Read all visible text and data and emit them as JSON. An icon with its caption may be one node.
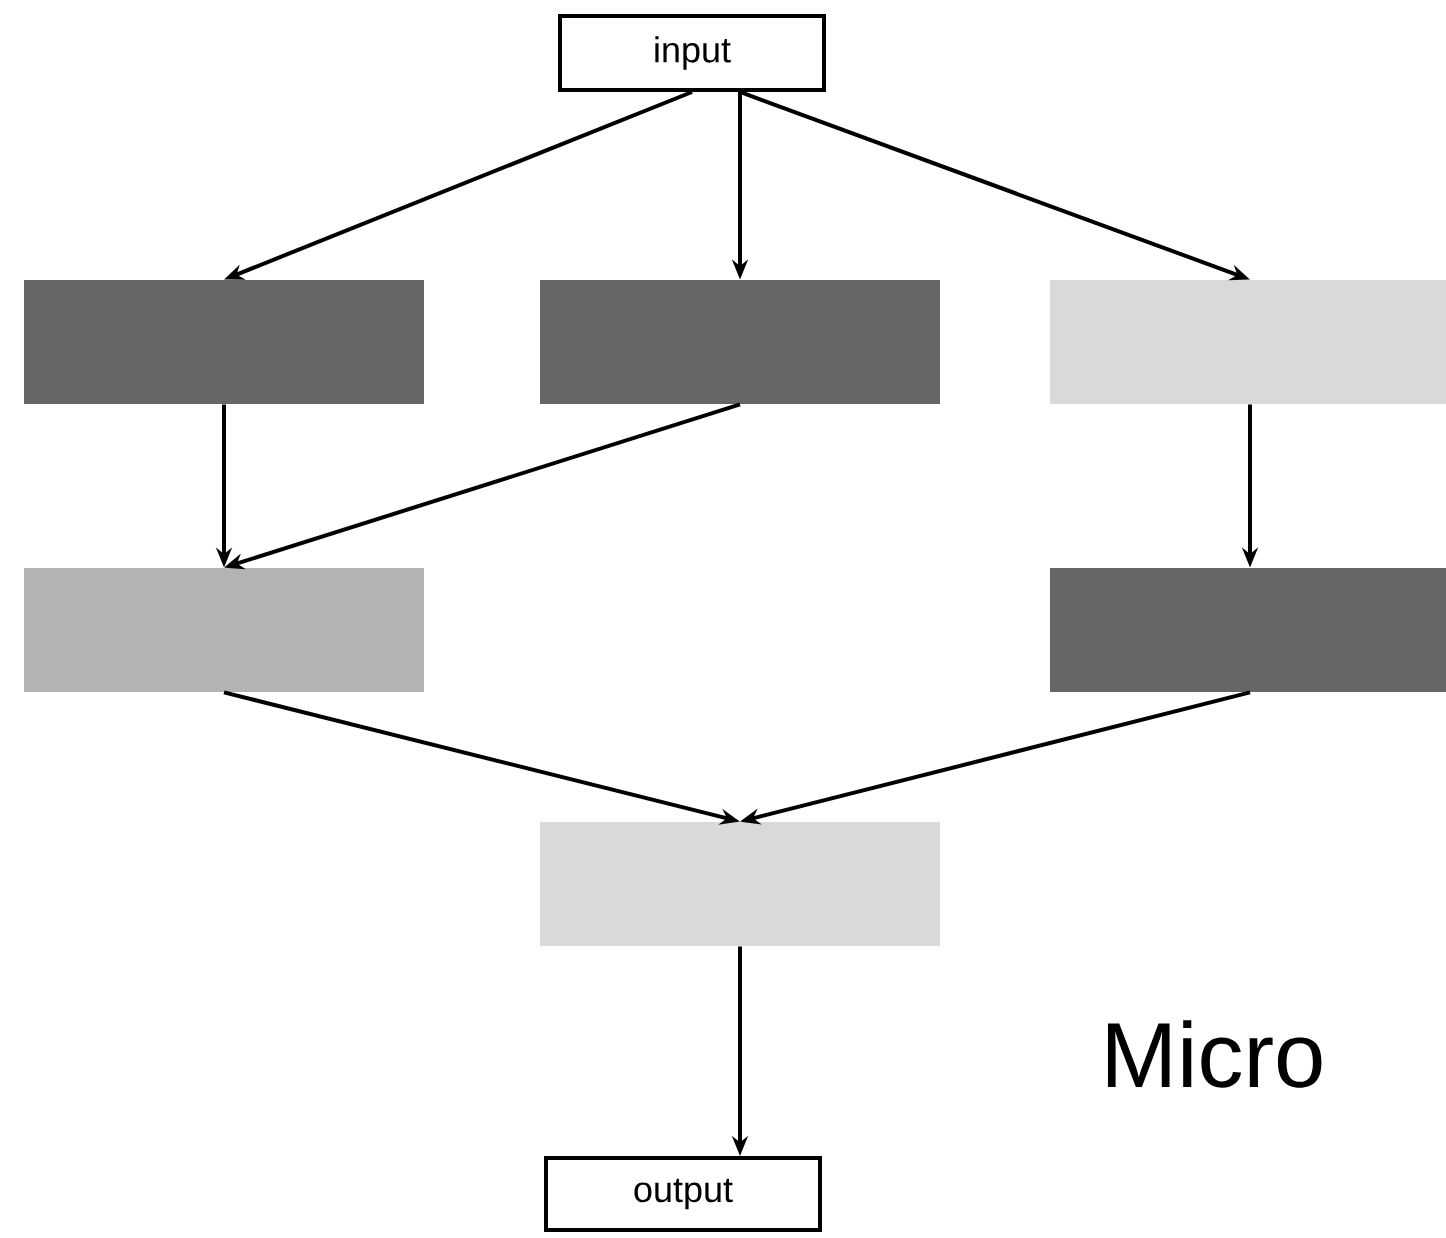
{
  "diagram": {
    "nodes": [
      {
        "text": [
          "input"
        ]
      },
      {
        "text": [],
        "shape": "box"
      },
      {
        "text": [],
        "shape": "box"
      },
      {
        "text": [],
        "shape": "box"
      },
      {
        "text": [],
        "shape": "box"
      },
      {
        "text": [],
        "shape": "box"
      },
      {
        "text": [],
        "shape": "box"
      },
      {
        "text": [
          "output"
        ]
      }
    ],
    "edges": [
      {
        "from": 0,
        "to": 1,
        "arrow": "to"
      },
      {
        "from": 0,
        "to": 2,
        "arrow": "to"
      },
      {
        "from": 0,
        "to": 3,
        "arrow": "to"
      },
      {
        "from": 1,
        "to": 4,
        "arrow": "to"
      },
      {
        "from": 2,
        "to": 4,
        "arrow": "to"
      },
      {
        "from": 3,
        "to": 5,
        "arrow": "to"
      },
      {
        "from": 4,
        "to": 6,
        "arrow": "to"
      },
      {
        "from": 5,
        "to": 6,
        "arrow": "to"
      },
      {
        "from": 6,
        "to": 7,
        "arrow": "to"
      }
    ],
    "labels": [
      "Micro"
    ]
  }
}
